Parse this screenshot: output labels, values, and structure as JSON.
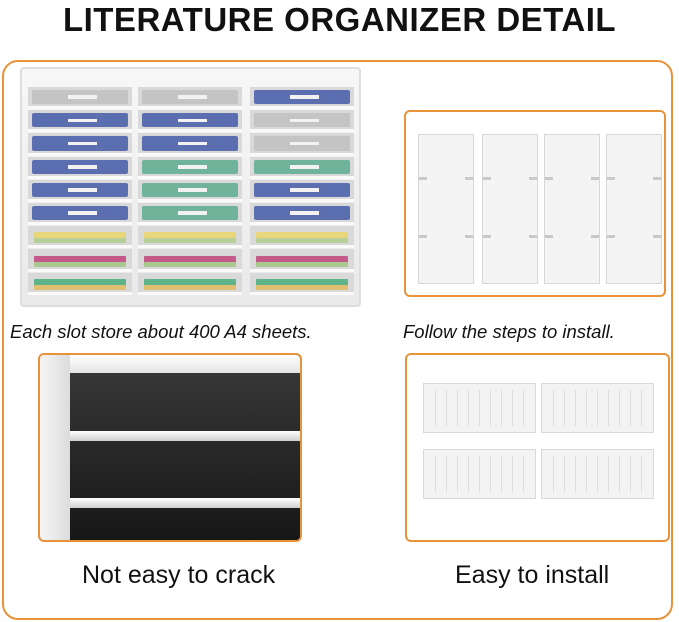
{
  "header": {
    "title": "LITERATURE ORGANIZER DETAIL"
  },
  "captions": {
    "top_left": "Each slot store about 400 A4 sheets.",
    "top_right": "Follow the steps to install.",
    "bottom_left": "Not easy to crack",
    "bottom_right": "Easy to install"
  },
  "colors": {
    "accent_border": "#e8923a",
    "binder_gray": "#c4c4c4",
    "binder_blue": "#5b6fb0",
    "binder_green": "#6fb49a"
  },
  "images": {
    "organizer": "literature-organizer-photo",
    "sheets": "panel-sheets-photo",
    "shelves": "shelves-closeup-photo",
    "dividers": "dividers-photo"
  }
}
